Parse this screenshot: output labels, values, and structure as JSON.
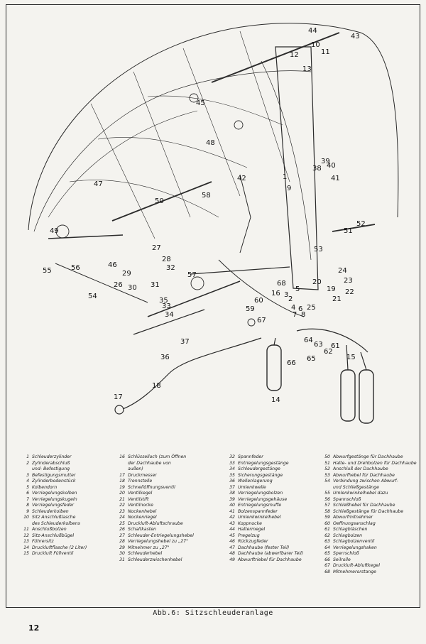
{
  "figure": {
    "caption": "Abb.6: Sitzschleuderanlage",
    "page_number": "12"
  },
  "callouts": [
    "1",
    "2",
    "3",
    "4",
    "5",
    "6",
    "7",
    "8",
    "9",
    "10",
    "11",
    "12",
    "13",
    "14",
    "15",
    "16",
    "17",
    "18",
    "19",
    "20",
    "21",
    "22",
    "23",
    "24",
    "25",
    "26",
    "27",
    "28",
    "29",
    "30",
    "31",
    "32",
    "33",
    "34",
    "35",
    "36",
    "37",
    "38",
    "39",
    "40",
    "41",
    "42",
    "43",
    "44",
    "45",
    "46",
    "47",
    "48",
    "49",
    "50",
    "51",
    "52",
    "53",
    "54",
    "55",
    "56",
    "57",
    "58",
    "59",
    "60",
    "61",
    "62",
    "63",
    "64",
    "65",
    "66",
    "67",
    "68"
  ],
  "legend": {
    "column1": [
      {
        "num": "1",
        "text": "Schleuderzylinder"
      },
      {
        "num": "2",
        "text": "Zylinderabschluß"
      },
      {
        "num": "",
        "text": "und- Befestigung"
      },
      {
        "num": "3",
        "text": "Befestigungsmutter"
      },
      {
        "num": "4",
        "text": "Zylinderbodenstück"
      },
      {
        "num": "5",
        "text": "Kolbendorn"
      },
      {
        "num": "6",
        "text": "Verriegelungskolben"
      },
      {
        "num": "7",
        "text": "Verriegelungskugeln"
      },
      {
        "num": "8",
        "text": "Verriegelungsfeder"
      },
      {
        "num": "9",
        "text": "Schleuderkolben"
      },
      {
        "num": "10",
        "text": "Sitz Anschlußlasche"
      },
      {
        "num": "",
        "text": "des Schleuderkolbens"
      },
      {
        "num": "11",
        "text": "Anschlußbolzen"
      },
      {
        "num": "12",
        "text": "Sitz-Anschlußbügel"
      },
      {
        "num": "13",
        "text": "Führersitz"
      },
      {
        "num": "14",
        "text": "Druckluftflasche (2 Liter)"
      },
      {
        "num": "15",
        "text": "Druckluft Füllventil"
      }
    ],
    "column2": [
      {
        "num": "16",
        "text": "Schlüsselloch (zum Öffnen"
      },
      {
        "num": "",
        "text": "der Dachhaube von"
      },
      {
        "num": "",
        "text": "außen)"
      },
      {
        "num": "17",
        "text": "Druckmesser"
      },
      {
        "num": "18",
        "text": "Trennstelle"
      },
      {
        "num": "19",
        "text": "Schnellöffnungsventil"
      },
      {
        "num": "20",
        "text": "Ventilkegel"
      },
      {
        "num": "21",
        "text": "Ventilstift"
      },
      {
        "num": "22",
        "text": "Ventilnocke"
      },
      {
        "num": "23",
        "text": "Nockenhebel"
      },
      {
        "num": "24",
        "text": "Nockenriegel"
      },
      {
        "num": "25",
        "text": "Druckluft-Abluftschraube"
      },
      {
        "num": "26",
        "text": "Schaltkasten"
      },
      {
        "num": "27",
        "text": "Schleuder-Entriegelungshebel"
      },
      {
        "num": "28",
        "text": "Verriegelungshebel zu „27\""
      },
      {
        "num": "29",
        "text": "Mitnehmer zu „27\""
      },
      {
        "num": "30",
        "text": "Schleuderhebel"
      },
      {
        "num": "31",
        "text": "Schleuderzwischenhebel"
      }
    ],
    "column3": [
      {
        "num": "32",
        "text": "Spannfeder"
      },
      {
        "num": "33",
        "text": "Entriegelungsgestänge"
      },
      {
        "num": "34",
        "text": "Schleudergestänge"
      },
      {
        "num": "35",
        "text": "Sicherungsgestänge"
      },
      {
        "num": "36",
        "text": "Wellenlagerung"
      },
      {
        "num": "37",
        "text": "Umlenkwelle"
      },
      {
        "num": "38",
        "text": "Verriegelungsbolzen"
      },
      {
        "num": "39",
        "text": "Verriegelungsgehäuse"
      },
      {
        "num": "40",
        "text": "Entriegelungsmuffe"
      },
      {
        "num": "41",
        "text": "Bolzenspannfeder"
      },
      {
        "num": "42",
        "text": "Umlenkwinkelhebel"
      },
      {
        "num": "43",
        "text": "Koppnocke"
      },
      {
        "num": "44",
        "text": "Haltermegel"
      },
      {
        "num": "45",
        "text": "Pregelzug"
      },
      {
        "num": "46",
        "text": "Rückzugfeder"
      },
      {
        "num": "47",
        "text": "Dachhaube (fester Teil)"
      },
      {
        "num": "48",
        "text": "Dachhaube (abwerfbarer Teil)"
      },
      {
        "num": "49",
        "text": "Abwurftriebel für Dachhaube"
      }
    ],
    "column4": [
      {
        "num": "50",
        "text": "Abwurfgestänge für Dachhaube"
      },
      {
        "num": "51",
        "text": "Halte- und Drehbolzen für Dachhaube"
      },
      {
        "num": "52",
        "text": "Anschluß der Dachhaube"
      },
      {
        "num": "53",
        "text": "Abwurfhebel für Dachhaube"
      },
      {
        "num": "54",
        "text": "Verbindung zwischen Abwurf-"
      },
      {
        "num": "",
        "text": "und Schließgestänge"
      },
      {
        "num": "55",
        "text": "Umlenkwinkelhebel dazu"
      },
      {
        "num": "56",
        "text": "Spannschloß"
      },
      {
        "num": "57",
        "text": "Schließhebel für Dachhaube"
      },
      {
        "num": "58",
        "text": "Schließgestänge für Dachhaube"
      },
      {
        "num": "59",
        "text": "Abwurfmitnehmer"
      },
      {
        "num": "60",
        "text": "Oeffnungsanschlag"
      },
      {
        "num": "61",
        "text": "Schlagbläschen"
      },
      {
        "num": "62",
        "text": "Schlagbolzen"
      },
      {
        "num": "63",
        "text": "Schlagbolzenventil"
      },
      {
        "num": "64",
        "text": "Verriegelungshaken"
      },
      {
        "num": "65",
        "text": "Sperrschloß"
      },
      {
        "num": "66",
        "text": "Seilrolle"
      },
      {
        "num": "67",
        "text": "Druckluft-Abluftkegel"
      },
      {
        "num": "68",
        "text": "Mitnehmerorstange"
      }
    ]
  }
}
